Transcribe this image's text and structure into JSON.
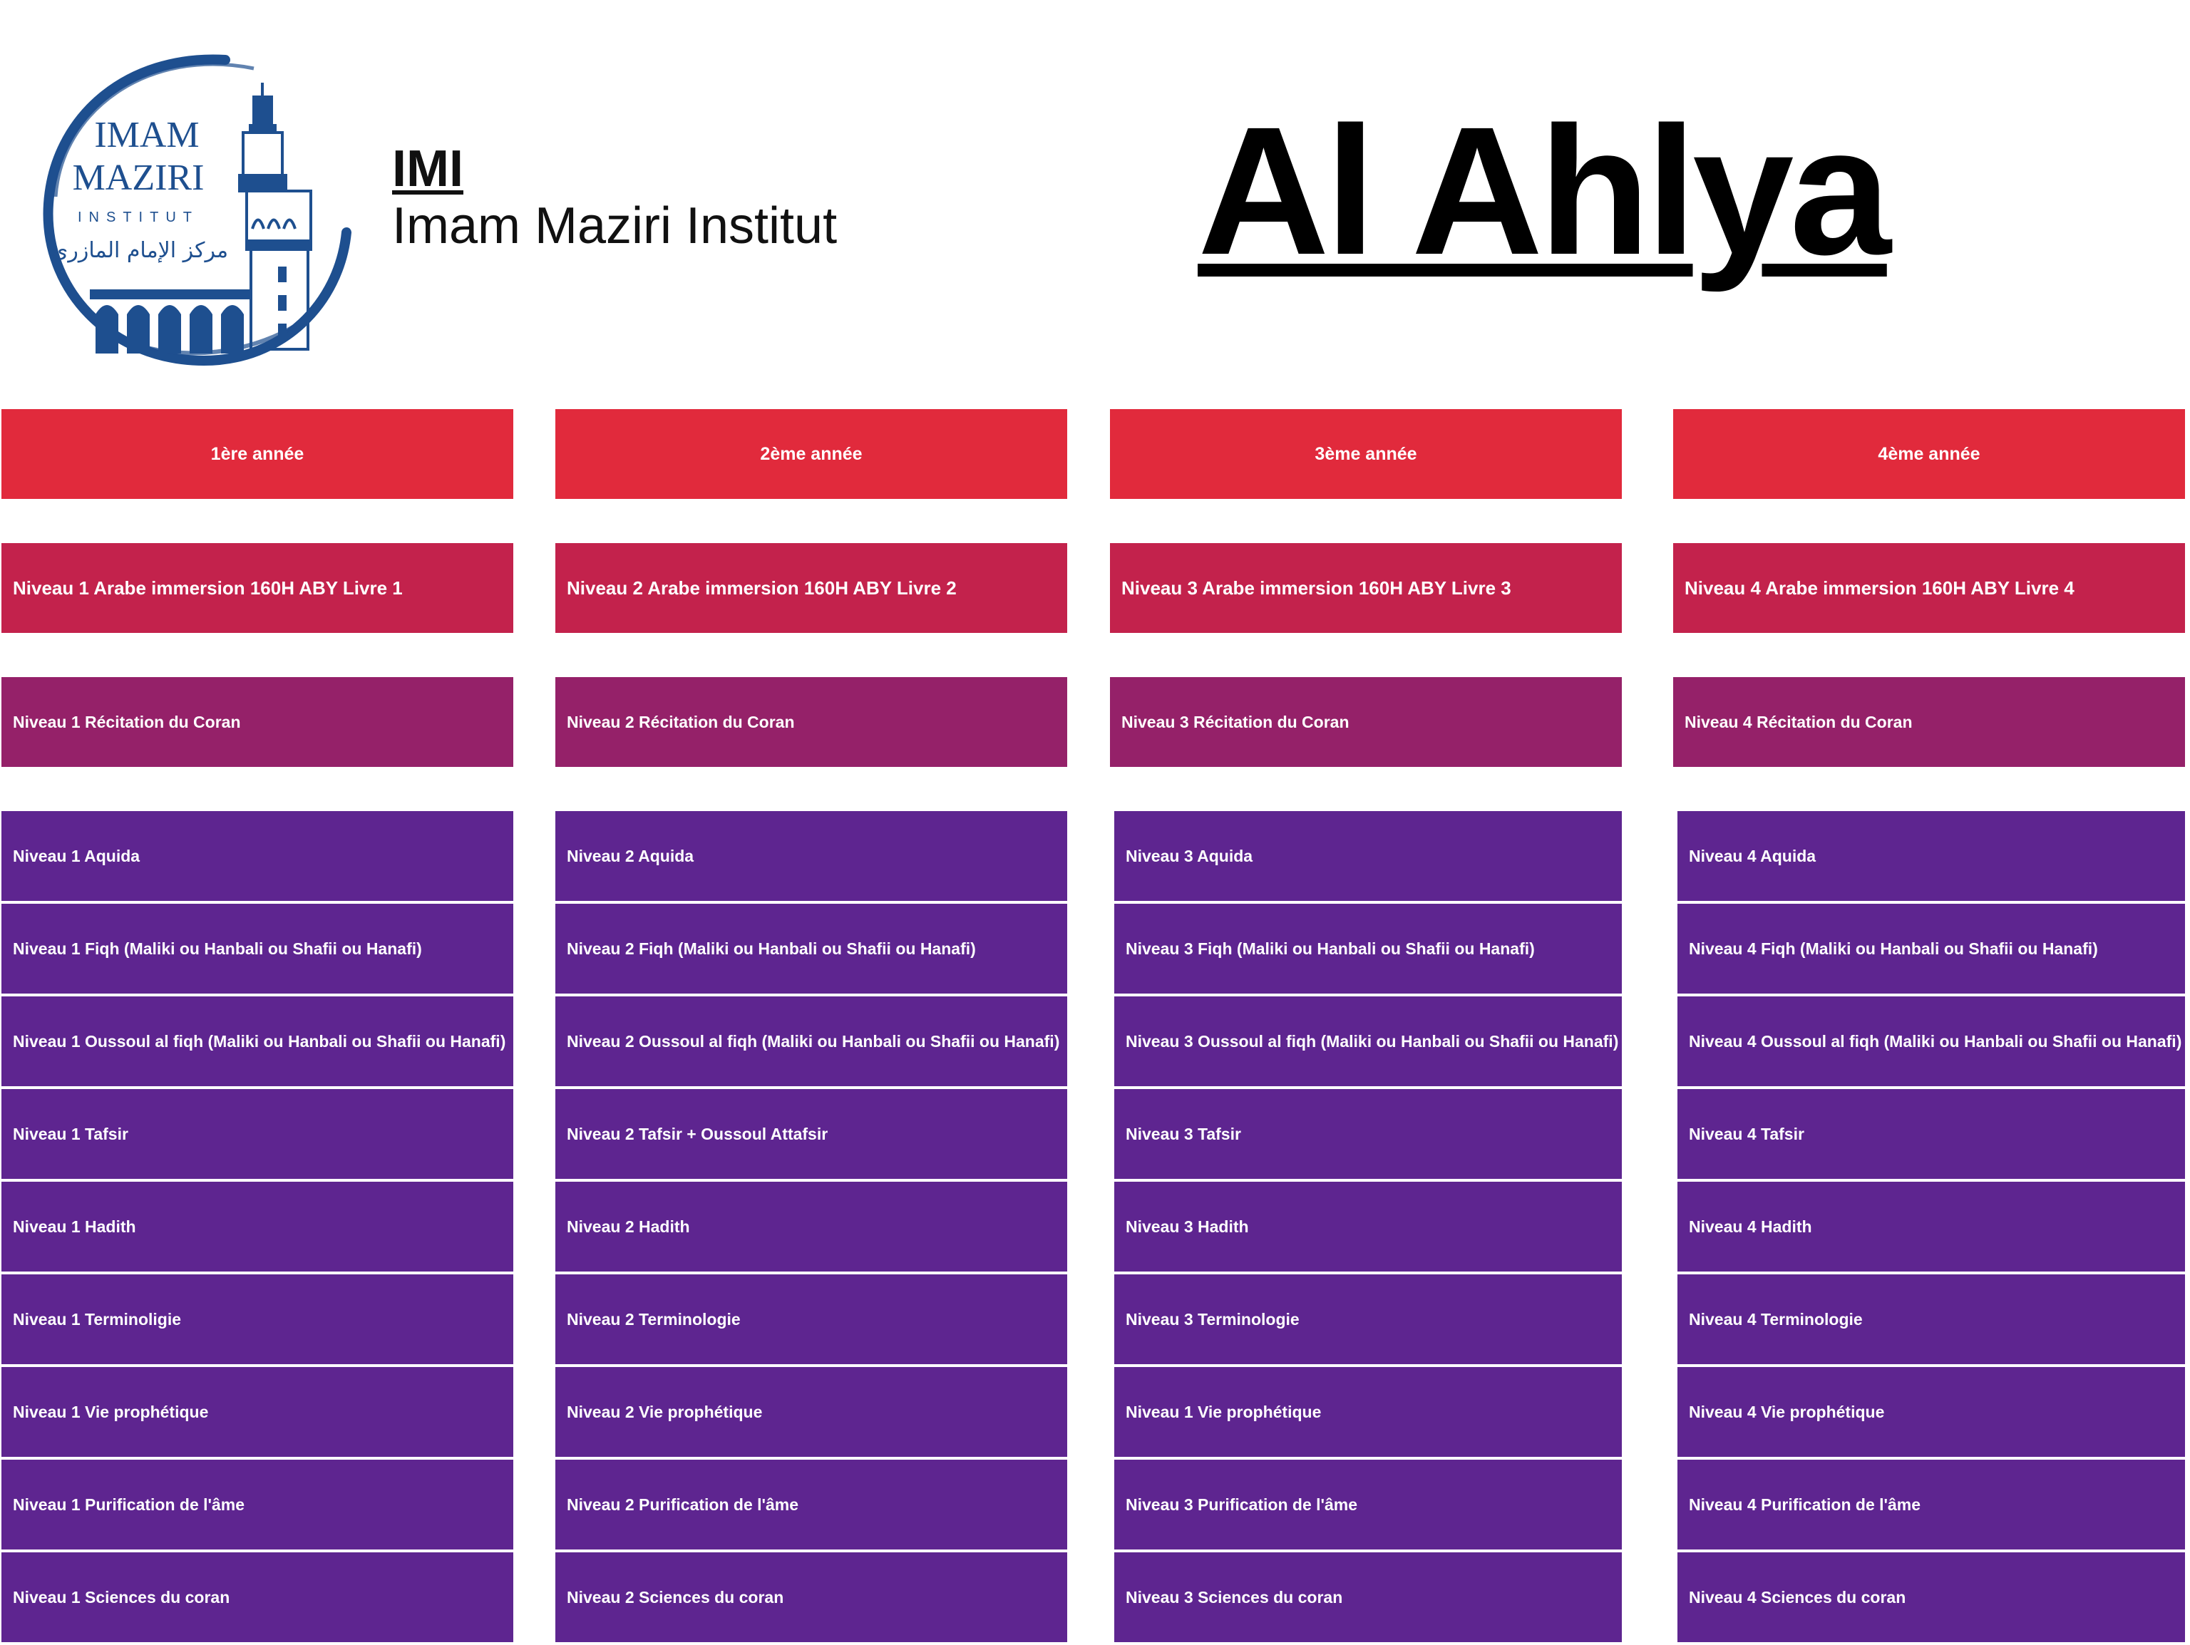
{
  "header": {
    "logo": {
      "line1": "IMAM",
      "line2": "MAZIRI",
      "line3": "INSTITUT",
      "arabic": "مركز الإمام المازري"
    },
    "brand_abbr": "IMI",
    "brand_name": "Imam Maziri Institut",
    "title": "Al Ahlya"
  },
  "colors": {
    "year_header": "#e12a3c",
    "arabic_course": "#c3224c",
    "coran_course": "#952169",
    "subject_course": "#5e2590",
    "logo_blue": "#1e4f8f"
  },
  "columns": [
    {
      "year": "1ère année",
      "arabic": "Niveau 1 Arabe immersion 160H ABY Livre 1",
      "coran": "Niveau 1 Récitation du Coran",
      "subjects": [
        "Niveau 1 Aquida",
        "Niveau 1 Fiqh (Maliki ou Hanbali ou Shafii ou Hanafi)",
        "Niveau 1 Oussoul al fiqh (Maliki ou Hanbali ou Shafii ou Hanafi)",
        "Niveau 1 Tafsir",
        "Niveau 1 Hadith",
        "Niveau 1 Terminoligie",
        "Niveau 1 Vie prophétique",
        "Niveau 1 Purification de l'âme",
        "Niveau 1 Sciences du coran"
      ]
    },
    {
      "year": "2ème année",
      "arabic": "Niveau 2 Arabe immersion 160H ABY Livre 2",
      "coran": "Niveau 2 Récitation du Coran",
      "subjects": [
        "Niveau 2 Aquida",
        "Niveau 2 Fiqh (Maliki ou Hanbali ou Shafii ou Hanafi)",
        "Niveau 2 Oussoul al fiqh (Maliki ou Hanbali ou Shafii ou Hanafi)",
        "Niveau 2 Tafsir + Oussoul Attafsir",
        "Niveau 2 Hadith",
        "Niveau 2 Terminologie",
        "Niveau 2 Vie prophétique",
        "Niveau 2 Purification de l'âme",
        "Niveau 2 Sciences du coran"
      ]
    },
    {
      "year": "3ème année",
      "arabic": "Niveau 3 Arabe immersion 160H ABY Livre 3",
      "coran": "Niveau 3 Récitation du Coran",
      "subjects": [
        "Niveau 3 Aquida",
        "Niveau 3 Fiqh (Maliki ou Hanbali ou Shafii ou Hanafi)",
        "Niveau 3 Oussoul al fiqh (Maliki ou Hanbali ou Shafii ou Hanafi)",
        "Niveau 3 Tafsir",
        "Niveau 3 Hadith",
        "Niveau 3 Terminologie",
        "Niveau 1 Vie prophétique",
        "Niveau 3 Purification de l'âme",
        "Niveau 3 Sciences du coran"
      ]
    },
    {
      "year": "4ème année",
      "arabic": "Niveau 4 Arabe immersion 160H ABY Livre 4",
      "coran": "Niveau 4 Récitation du Coran",
      "subjects": [
        "Niveau 4 Aquida",
        "Niveau 4 Fiqh (Maliki ou Hanbali ou Shafii ou Hanafi)",
        "Niveau 4 Oussoul al fiqh (Maliki ou Hanbali ou Shafii ou Hanafi)",
        "Niveau 4 Tafsir",
        "Niveau 4 Hadith",
        "Niveau 4 Terminologie",
        "Niveau 4 Vie prophétique",
        "Niveau 4 Purification de l'âme",
        "Niveau 4 Sciences du coran"
      ]
    }
  ]
}
